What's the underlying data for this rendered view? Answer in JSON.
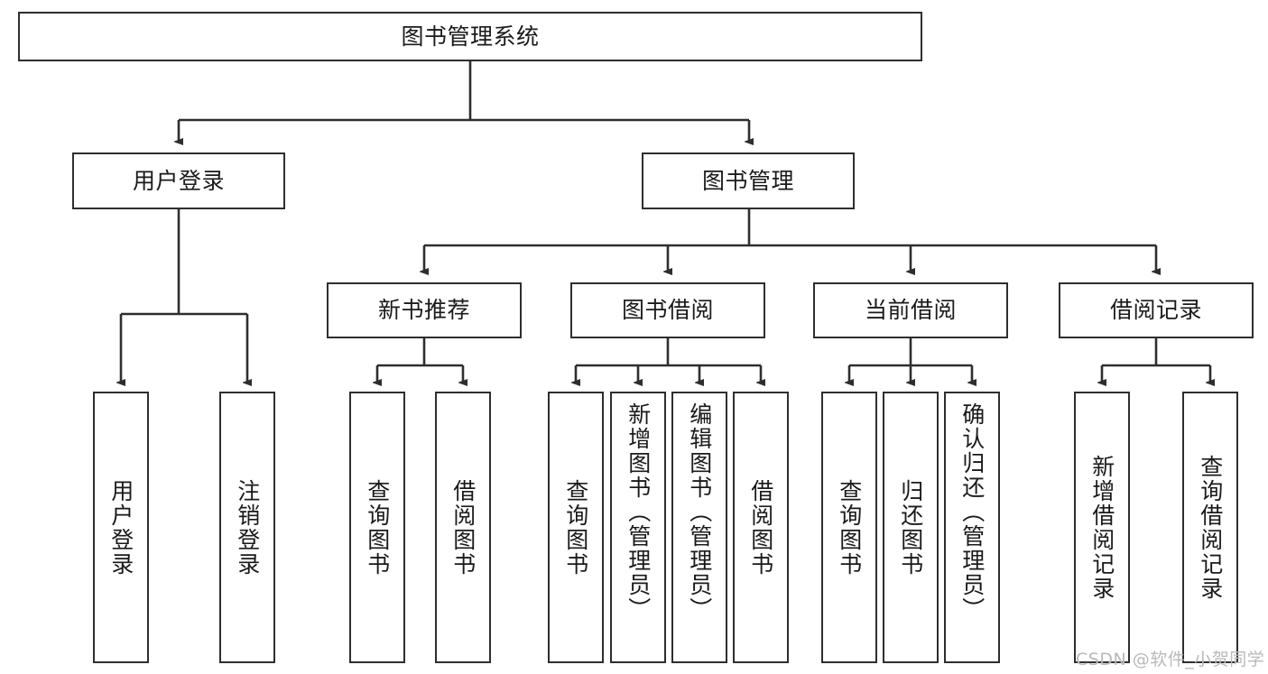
{
  "diagram": {
    "type": "tree-hierarchy-chart",
    "title_node": {
      "label": "图书管理系统"
    },
    "level2": [
      {
        "id": "user-login",
        "label": "用户登录"
      },
      {
        "id": "book-management",
        "label": "图书管理"
      }
    ],
    "level3": [
      {
        "id": "new-book-recommend",
        "label": "新书推荐",
        "parent": "book-management"
      },
      {
        "id": "book-borrow",
        "label": "图书借阅",
        "parent": "book-management"
      },
      {
        "id": "current-borrow",
        "label": "当前借阅",
        "parent": "book-management"
      },
      {
        "id": "borrow-record",
        "label": "借阅记录",
        "parent": "book-management"
      }
    ],
    "leaves": [
      {
        "id": "leaf-user-login",
        "label": "用户登录",
        "parent": "user-login"
      },
      {
        "id": "leaf-logout-login",
        "label": "注销登录",
        "parent": "user-login"
      },
      {
        "id": "leaf-query-book-1",
        "label": "查询图书",
        "parent": "new-book-recommend"
      },
      {
        "id": "leaf-borrow-book-1",
        "label": "借阅图书",
        "parent": "new-book-recommend"
      },
      {
        "id": "leaf-query-book-2",
        "label": "查询图书",
        "parent": "book-borrow"
      },
      {
        "id": "leaf-add-book",
        "label": "新增图书（管理员）",
        "parent": "book-borrow"
      },
      {
        "id": "leaf-edit-book",
        "label": "编辑图书（管理员）",
        "parent": "book-borrow"
      },
      {
        "id": "leaf-borrow-book-2",
        "label": "借阅图书",
        "parent": "book-borrow"
      },
      {
        "id": "leaf-query-book-3",
        "label": "查询图书",
        "parent": "current-borrow"
      },
      {
        "id": "leaf-return-book",
        "label": "归还图书",
        "parent": "current-borrow"
      },
      {
        "id": "leaf-confirm-return",
        "label": "确认归还（管理员）",
        "parent": "current-borrow"
      },
      {
        "id": "leaf-add-record",
        "label": "新增借阅记录",
        "parent": "borrow-record"
      },
      {
        "id": "leaf-query-record",
        "label": "查询借阅记录",
        "parent": "borrow-record"
      }
    ],
    "colors": {
      "stroke": "#2e2e2e",
      "fill": "#ffffff",
      "text": "#1a1a1a",
      "watermark": "#b9b9b9"
    }
  },
  "watermark": {
    "text": "CSDN @软件_小贺同学"
  }
}
